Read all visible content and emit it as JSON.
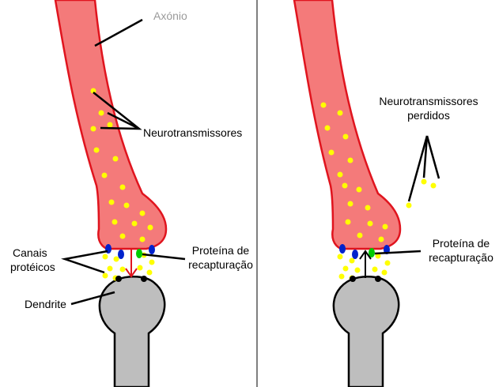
{
  "labels": {
    "axonio": "Axónio",
    "neurotransmissores": "Neurotransmissores",
    "canais_line1": "Canais",
    "canais_line2": "protéicos",
    "dendrite": "Dendrite",
    "proteina_left_line1": "Proteína de",
    "proteina_left_line2": "recapturação",
    "perdidos_line1": "Neurotransmissores",
    "perdidos_line2": "perdidos",
    "proteina_right_line1": "Proteína de",
    "proteina_right_line2": "recapturação"
  },
  "colors": {
    "axon_fill": "#f47a7a",
    "axon_stroke": "#e0141e",
    "dendrite_fill": "#bebebe",
    "neurotransmitter": "#ffff00",
    "channel_blue": "#0022cc",
    "reuptake_green": "#00cc00",
    "flow_arrow": "#e0141e"
  }
}
